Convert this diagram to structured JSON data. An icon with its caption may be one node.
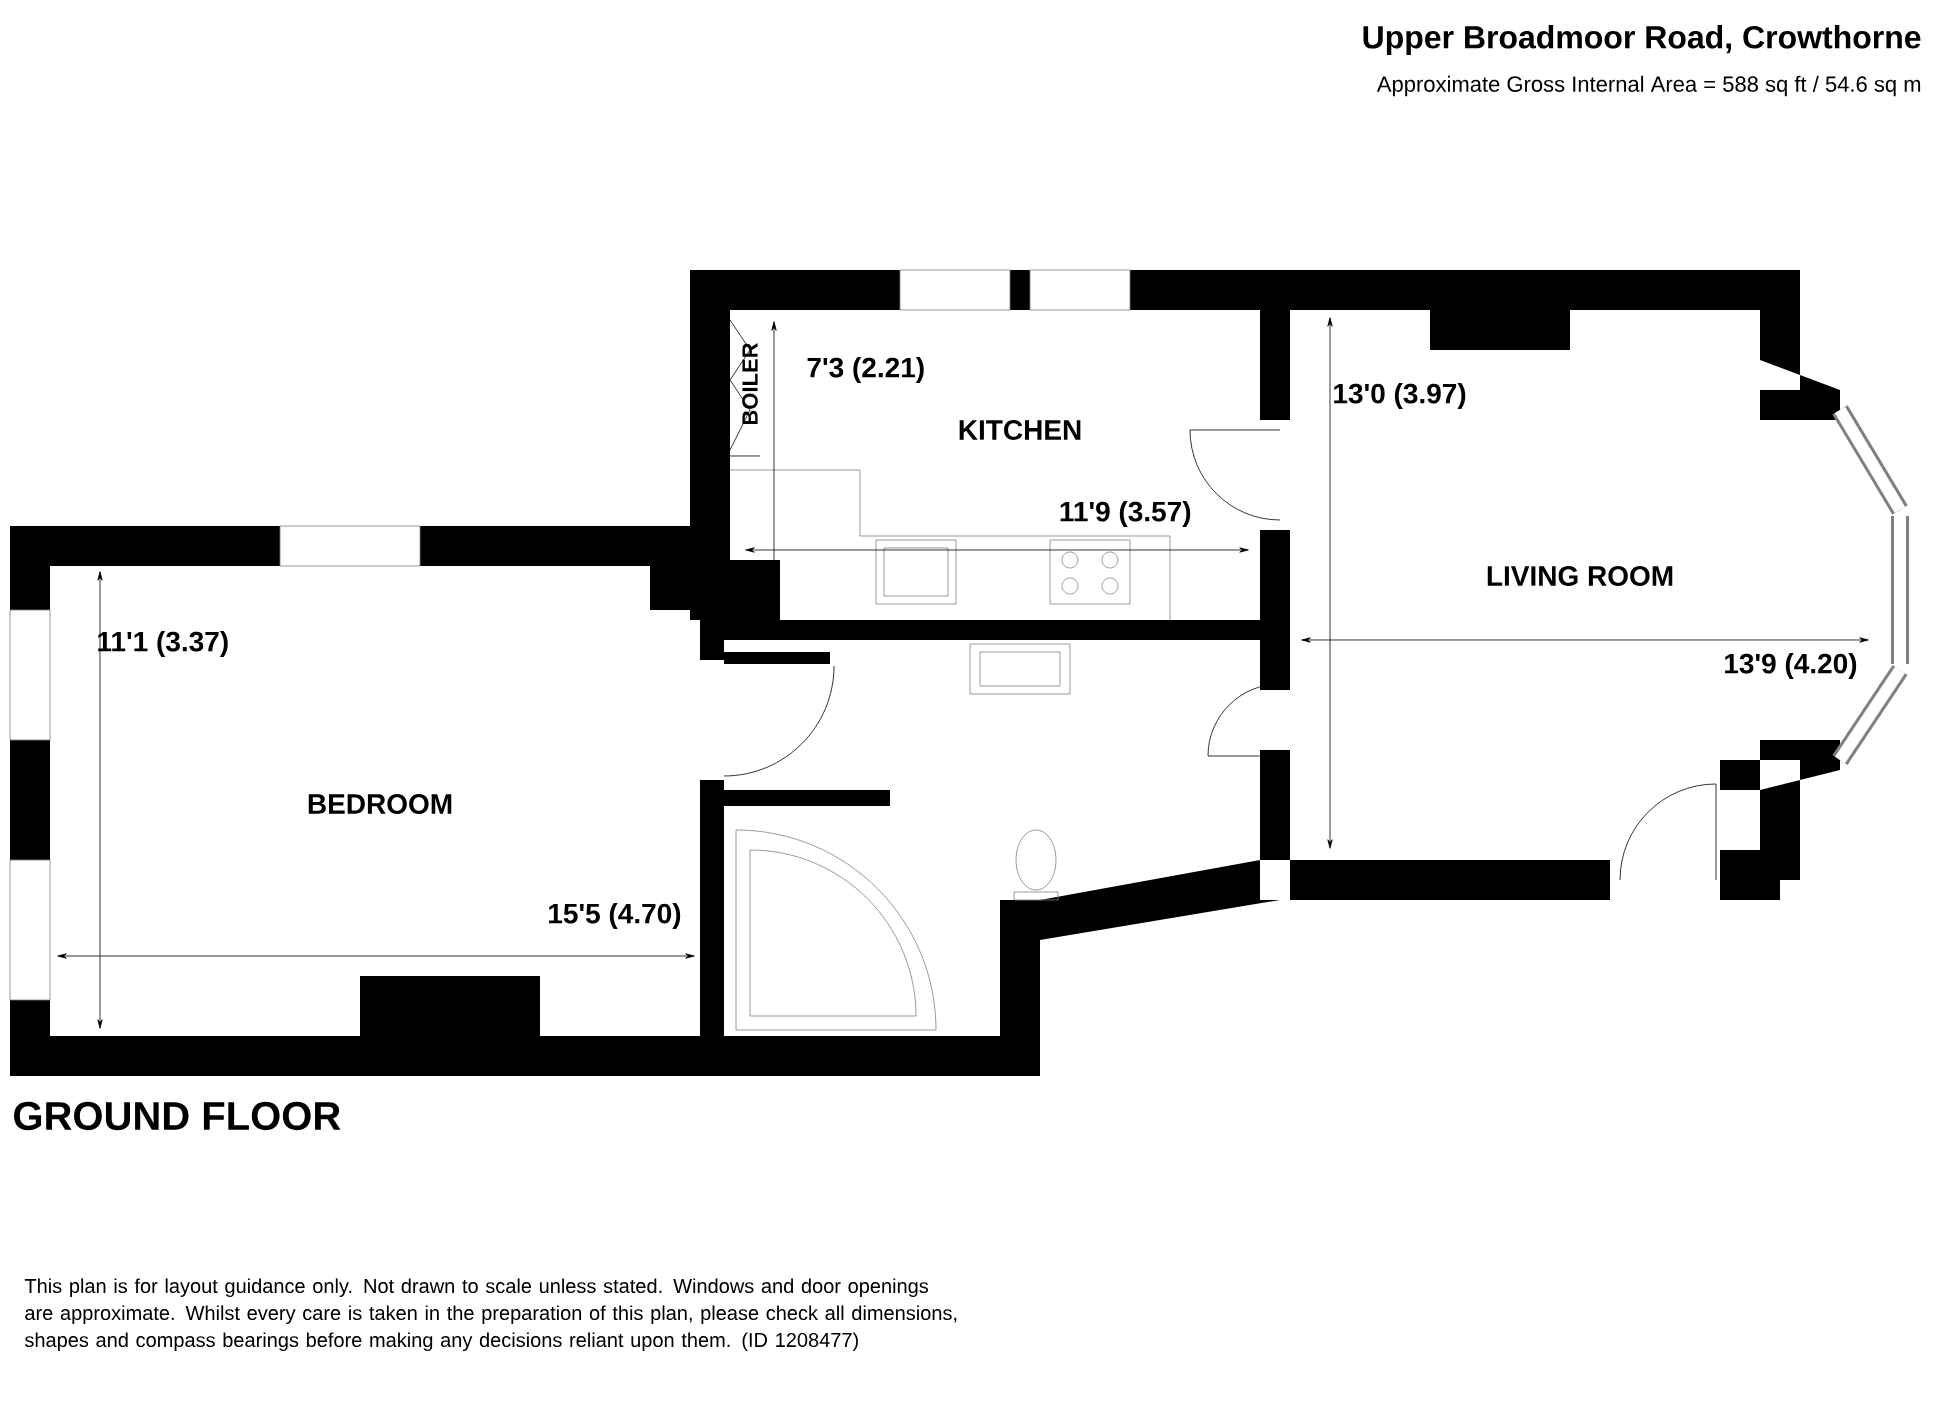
{
  "diagram": {
    "title": "Upper Broadmoor Road, Crowthorne",
    "caption": "This plan is for layout guidance only. Not drawn to scale unless stated. Windows and door openings are approximate. Whilst every care is taken in the preparation of this plan, please check all dimensions, shapes and compass bearings before making any decisions reliant upon them. (ID 1208477)",
    "labels": [
      "Approximate Gross Internal Area =  588 sq ft / 54.6 sq m",
      "BOILER",
      "7'3 (2.21)",
      "KITCHEN",
      "13'0 (3.97)",
      "11'9 (3.57)",
      "LIVING ROOM",
      "11'1 (3.37)",
      "13'9 (4.20)",
      "BEDROOM",
      "15'5 (4.70)",
      "GROUND FLOOR"
    ]
  }
}
